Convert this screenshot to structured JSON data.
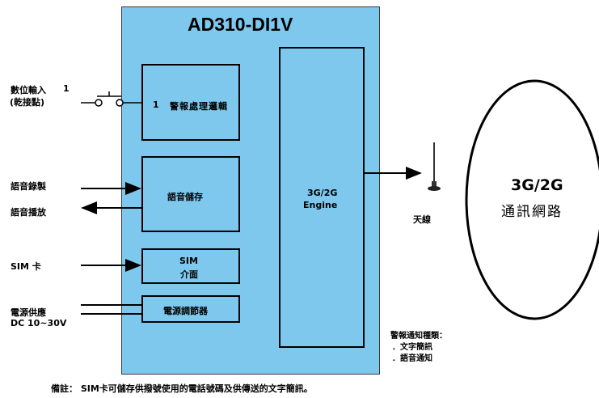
{
  "colors": {
    "panel": "#7ec8ee",
    "line": "#000000"
  },
  "title": "AD310-DI1V",
  "blocks": {
    "alarm_logic": {
      "number": "1",
      "label": "警報處理邏輯"
    },
    "voice_storage": {
      "label": "語音儲存"
    },
    "sim_interface": {
      "line1": "SIM",
      "line2": "介面"
    },
    "power_regulator": {
      "label": "電源調節器"
    },
    "engine": {
      "line1": "3G/2G",
      "line2": "Engine"
    }
  },
  "inputs": {
    "digital_input": {
      "line1": "數位輸入",
      "number": "1",
      "line2": "(乾接點)"
    },
    "voice_record": "語音錄製",
    "voice_play": "語音播放",
    "sim_card": "SIM 卡",
    "power": {
      "line1": "電源供應",
      "line2": "DC 10~30V"
    }
  },
  "antenna": {
    "label": "天線",
    "icon": "antenna-icon"
  },
  "network": {
    "line1": "3G/2G",
    "line2": "通訊網路"
  },
  "alarm_types": {
    "title": "警報通知種類：",
    "items": [
      "．文字簡訊",
      "．語音通知"
    ]
  },
  "footnote": "備註： SIM卡可儲存供撥號使用的電話號碼及供傳送的文字簡訊。"
}
